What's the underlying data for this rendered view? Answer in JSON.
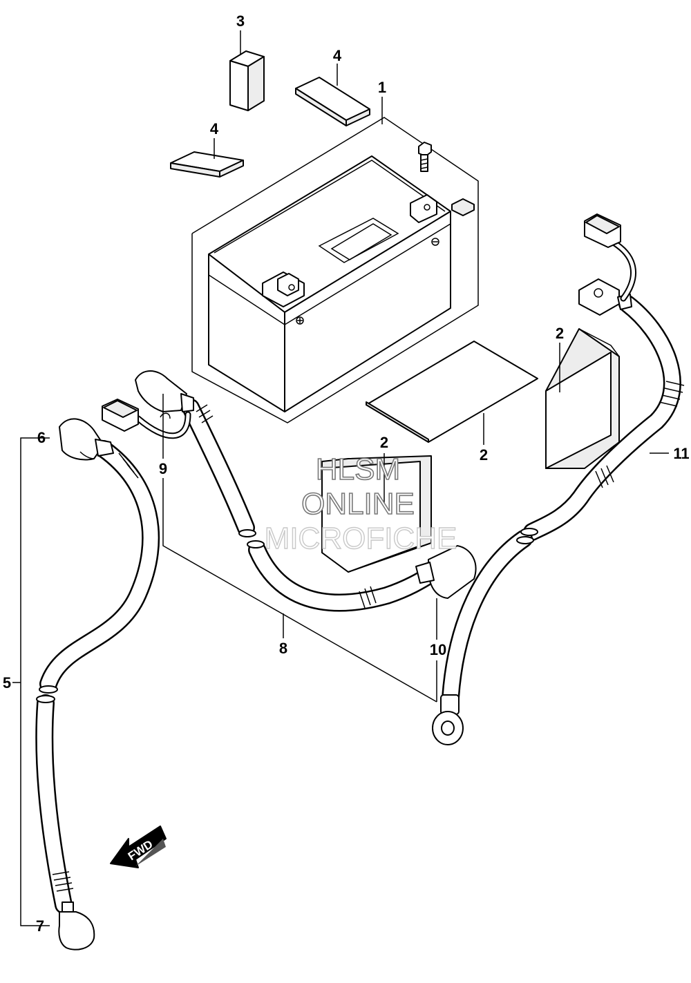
{
  "callouts": {
    "c1": "1",
    "c2a": "2",
    "c2b": "2",
    "c2c": "2",
    "c3": "3",
    "c4a": "4",
    "c4b": "4",
    "c5": "5",
    "c6": "6",
    "c7": "7",
    "c8": "8",
    "c9": "9",
    "c10": "10",
    "c11": "11"
  },
  "watermark": {
    "line1": "HLSM",
    "line2": "ONLINE",
    "line3": "MICROFICHE"
  },
  "direction_arrow": {
    "label": "FWD"
  }
}
